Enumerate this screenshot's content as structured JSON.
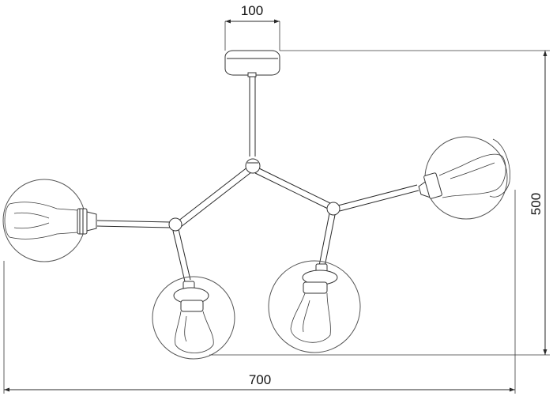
{
  "dimensions": {
    "canopy_width": "100",
    "total_width": "700",
    "total_height": "500"
  },
  "colors": {
    "line": "#2a2a2a",
    "background": "#ffffff"
  }
}
